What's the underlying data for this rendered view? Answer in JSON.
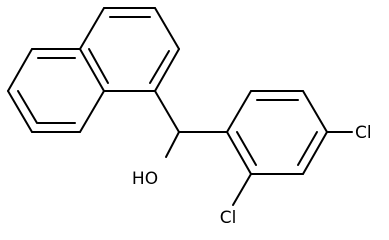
{
  "molecule": {
    "atom_labels": {
      "hydroxyl": "HO",
      "chloro_para": "Cl",
      "chloro_ortho": "Cl"
    }
  }
}
